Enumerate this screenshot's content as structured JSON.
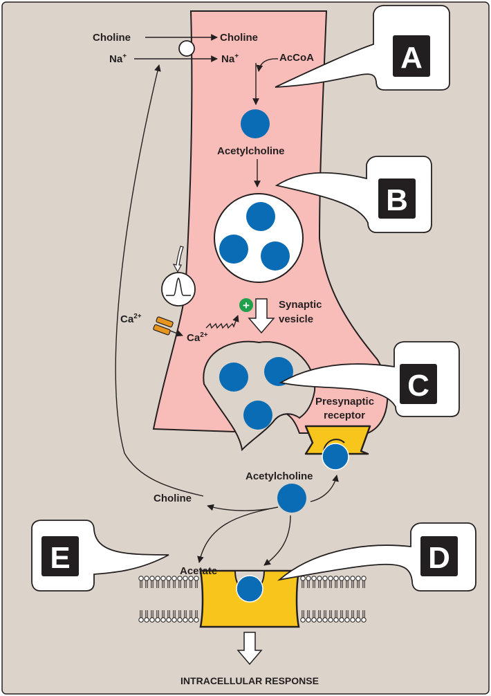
{
  "colors": {
    "background": "#dcd4ca",
    "neuron": "#f8bdb8",
    "molecule": "#0a6cb5",
    "receptor": "#f7c51b",
    "label_box": "#231f20",
    "ca_channel": "#e8951f",
    "plus_badge": "#1fa04a"
  },
  "labels": {
    "choline_out": "Choline",
    "na_out": "Na",
    "choline_in": "Choline",
    "na_in": "Na",
    "plus_sup": "+",
    "accoa": "AcCoA",
    "acetylcholine_top": "Acetylcholine",
    "synaptic_vesicle_1": "Synaptic",
    "synaptic_vesicle_2": "vesicle",
    "ca_out": "Ca",
    "ca_in": "Ca",
    "ca_sup": "2+",
    "presynaptic_1": "Presynaptic",
    "presynaptic_2": "receptor",
    "acetylcholine_cleft": "Acetylcholine",
    "choline_recycle": "Choline",
    "acetate": "Acetate",
    "footer": "INTRACELLULAR RESPONSE"
  },
  "callouts": {
    "A": "A",
    "B": "B",
    "C": "C",
    "D": "D",
    "E": "E"
  },
  "icons": {
    "plus": "+",
    "transporter": "circle-transporter-icon",
    "action_potential": "action-potential-icon",
    "calcium_channel": "calcium-channel-icon"
  }
}
